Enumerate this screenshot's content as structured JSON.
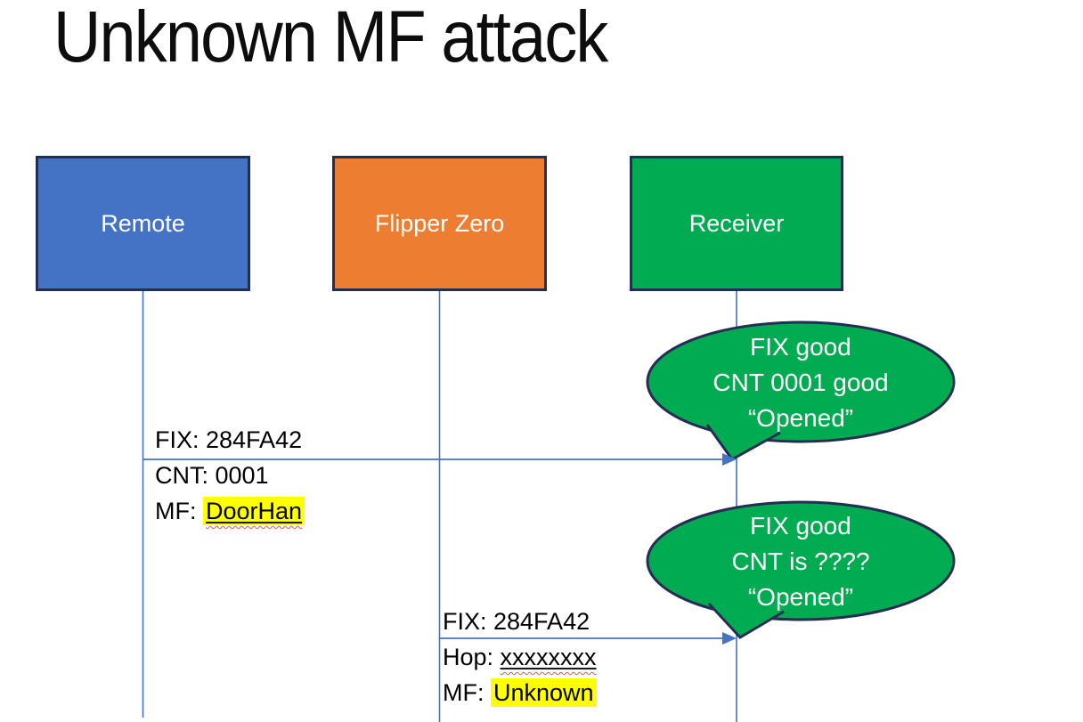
{
  "slide": {
    "title": "Unknown MF attack",
    "background": "#FFFFFF"
  },
  "colors": {
    "remote_fill": "#4472C4",
    "flipper_fill": "#ED7D31",
    "receiver_fill": "#00AB52",
    "callout_fill": "#00AB52",
    "box_border": "#203055",
    "callout_border": "#232E52",
    "line_blue": "#4472C4",
    "highlight_yellow": "#FFFF00",
    "spellcheck_red": "#E85A4F",
    "text_black": "#000000",
    "text_white": "#FFFFFF"
  },
  "actors": [
    {
      "id": "remote",
      "label": "Remote",
      "fill": "#4472C4"
    },
    {
      "id": "flipper-zero",
      "label": "Flipper Zero",
      "fill": "#ED7D31"
    },
    {
      "id": "receiver",
      "label": "Receiver",
      "fill": "#00AB52"
    }
  ],
  "messages": [
    {
      "from": "Remote",
      "to": "Receiver",
      "line1": "FIX: 284FA42",
      "line2": "CNT: 0001",
      "line3_prefix": "MF: ",
      "line3_value": "DoorHan"
    },
    {
      "from": "Flipper Zero",
      "to": "Receiver",
      "line1": "FIX: 284FA42",
      "line2_prefix": "Hop: ",
      "line2_value": "xxxxxxxx",
      "line3_prefix": "MF: ",
      "line3_value": "Unknown"
    }
  ],
  "callouts": [
    {
      "speaker": "Receiver",
      "line1": "FIX good",
      "line2": "CNT 0001 good",
      "line3": "“Opened”"
    },
    {
      "speaker": "Receiver",
      "line1": "FIX good",
      "line2": "CNT is ????",
      "line3": "“Opened”"
    }
  ]
}
